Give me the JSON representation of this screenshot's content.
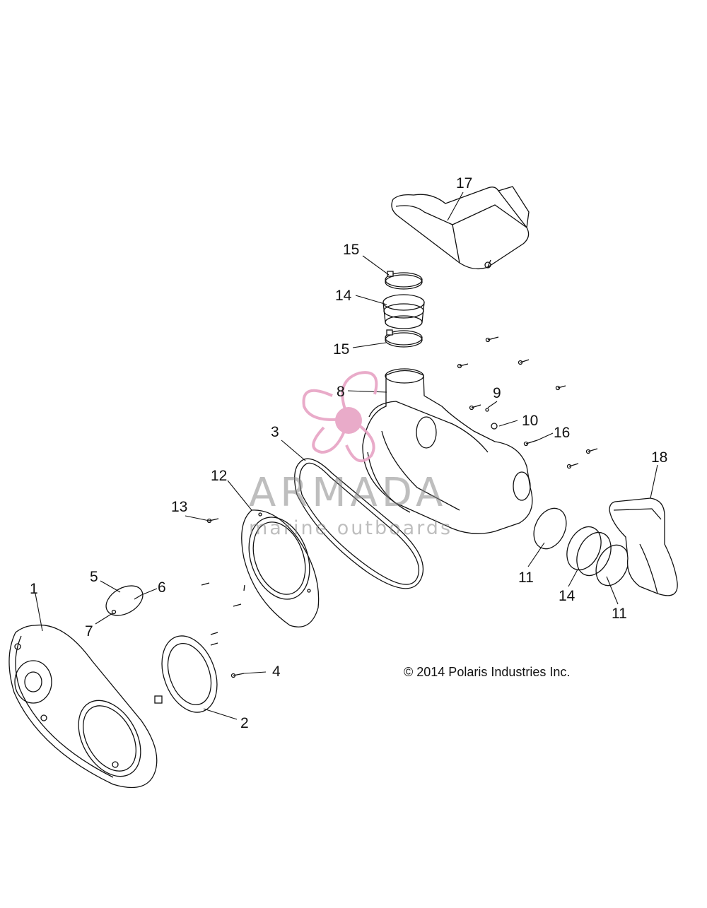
{
  "callouts": {
    "c1": "1",
    "c2": "2",
    "c3": "3",
    "c4": "4",
    "c5": "5",
    "c6": "6",
    "c7": "7",
    "c8": "8",
    "c9": "9",
    "c10": "10",
    "c11a": "11",
    "c11b": "11",
    "c12": "12",
    "c13": "13",
    "c14a": "14",
    "c14b": "14",
    "c15a": "15",
    "c15b": "15",
    "c16": "16",
    "c17": "17",
    "c18": "18"
  },
  "copyright": "© 2014 Polaris Industries Inc.",
  "watermark": {
    "brand": "ARMADA",
    "tagline": "marine outboards",
    "logo_color": "#e7a3c4",
    "text_color": "#8a8a8a"
  }
}
